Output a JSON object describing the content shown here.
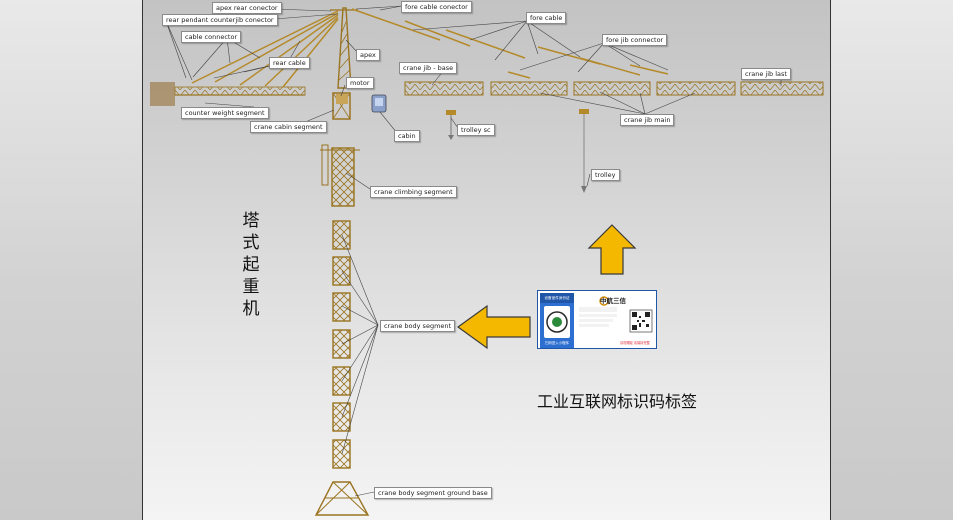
{
  "labels": {
    "apex_rear_conector": "apex rear conector",
    "rear_pendant_counterjib_conector": "rear pendant counterjib conector",
    "cable_connector": "cable connector",
    "rear_cable": "rear cable",
    "apex": "apex",
    "fore_cable_conector": "fore cable conector",
    "fore_cable": "fore cable",
    "fore_jib_connector": "fore jib connector",
    "crane_jib_base": "crane jib - base",
    "crane_jib_last": "crane jib last",
    "motor": "motor",
    "cabin": "cabin",
    "trolley_sc": "trolley sc",
    "crane_jib_main": "crane jib main",
    "counter_weight_segment": "counter weight segment",
    "crane_cabin_segment": "crane cabin segment",
    "trolley": "trolley",
    "crane_climbing_segment": "crane climbing segment",
    "crane_body_segment": "crane body segment",
    "crane_body_segment_ground_base": "crane body segment ground base"
  },
  "vertical_title": "塔式起重机",
  "caption": "工业互联网标识码标签",
  "qr_card": {
    "header": "设备室件身份证",
    "footer": "扫码进入小程序",
    "logo": "中航三信",
    "note": "请勿撕毁 请保持完整"
  },
  "colors": {
    "arrow_fill": "#f5b800",
    "arrow_stroke": "#3a3a3a",
    "steel": "#b58a2a",
    "qr_blue": "#2d6fd1"
  }
}
